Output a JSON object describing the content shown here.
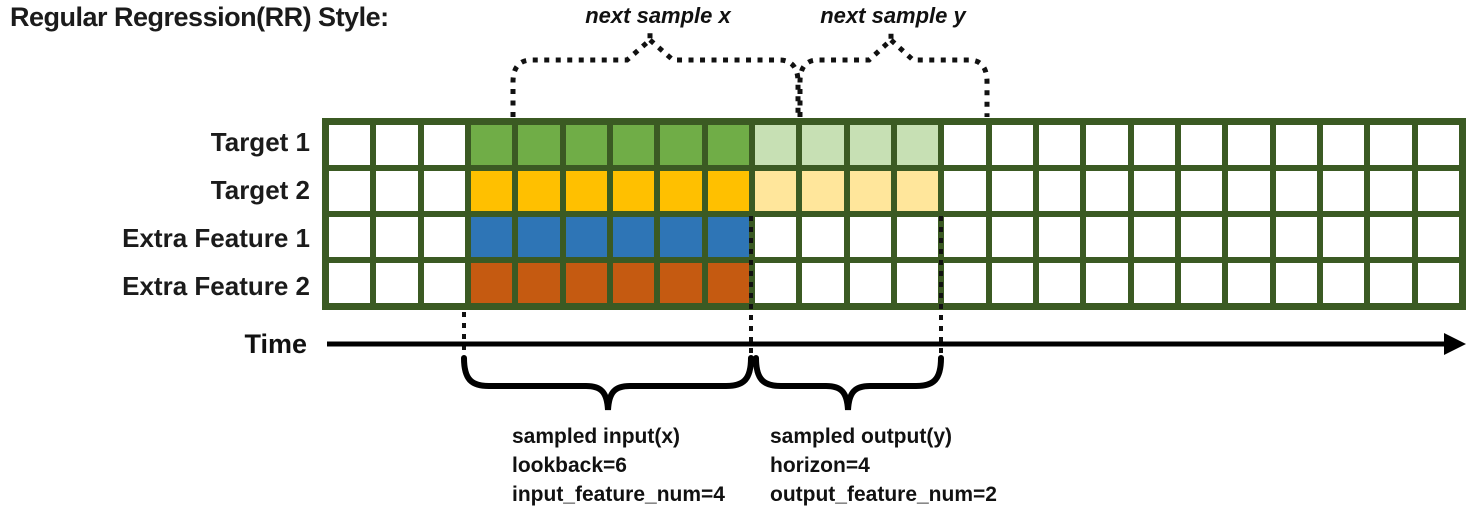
{
  "title": "Regular Regression(RR) Style:",
  "annotations": {
    "next_sample_x": "next sample x",
    "next_sample_y": "next sample y",
    "input": [
      "sampled input(x)",
      "lookback=6",
      "input_feature_num=4"
    ],
    "output": [
      "sampled output(y)",
      "horizon=4",
      "output_feature_num=2"
    ]
  },
  "time_label": "Time",
  "grid": {
    "columns": 24,
    "rows": [
      {
        "label": "Target 1",
        "cells": [
          "w",
          "w",
          "w",
          "g",
          "g",
          "g",
          "g",
          "g",
          "g",
          "lg",
          "lg",
          "lg",
          "lg",
          "w",
          "w",
          "w",
          "w",
          "w",
          "w",
          "w",
          "w",
          "w",
          "w",
          "w"
        ]
      },
      {
        "label": "Target 2",
        "cells": [
          "w",
          "w",
          "w",
          "y",
          "y",
          "y",
          "y",
          "y",
          "y",
          "ly",
          "ly",
          "ly",
          "ly",
          "w",
          "w",
          "w",
          "w",
          "w",
          "w",
          "w",
          "w",
          "w",
          "w",
          "w"
        ]
      },
      {
        "label": "Extra Feature 1",
        "cells": [
          "w",
          "w",
          "w",
          "b",
          "b",
          "b",
          "b",
          "b",
          "b",
          "w",
          "w",
          "w",
          "w",
          "w",
          "w",
          "w",
          "w",
          "w",
          "w",
          "w",
          "w",
          "w",
          "w",
          "w"
        ]
      },
      {
        "label": "Extra Feature 2",
        "cells": [
          "w",
          "w",
          "w",
          "o",
          "o",
          "o",
          "o",
          "o",
          "o",
          "w",
          "w",
          "w",
          "w",
          "w",
          "w",
          "w",
          "w",
          "w",
          "w",
          "w",
          "w",
          "w",
          "w",
          "w"
        ]
      }
    ]
  },
  "colors": {
    "w": "#ffffff",
    "g": "#70ad47",
    "lg": "#c7e0b4",
    "y": "#ffc000",
    "ly": "#ffe69b",
    "b": "#2e75b6",
    "o": "#c55a11",
    "line": "#3b5a23",
    "ink": "#111111"
  }
}
